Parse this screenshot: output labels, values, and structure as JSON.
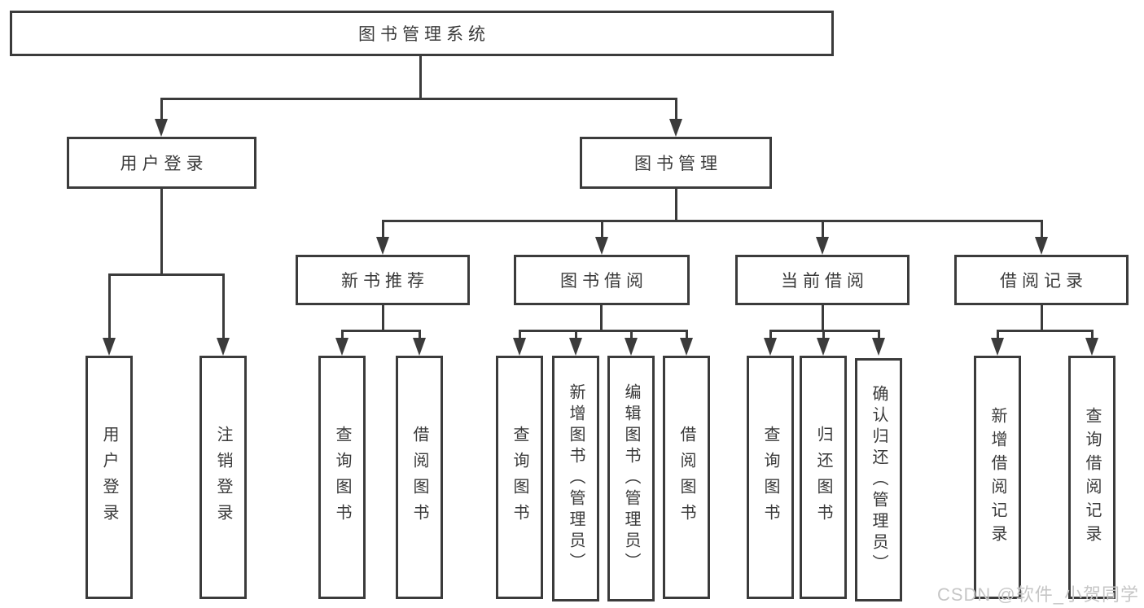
{
  "root_label": "图书管理系统",
  "branches": [
    {
      "label": "用户登录",
      "children": [
        {
          "label": "用户登录"
        },
        {
          "label": "注销登录"
        }
      ]
    },
    {
      "label": "图书管理",
      "sections": [
        {
          "label": "新书推荐",
          "children": [
            {
              "label": "查询图书"
            },
            {
              "label": "借阅图书"
            }
          ]
        },
        {
          "label": "图书借阅",
          "children": [
            {
              "label": "查询图书"
            },
            {
              "label": "新增图书（管理员）"
            },
            {
              "label": "编辑图书（管理员）"
            },
            {
              "label": "借阅图书"
            }
          ]
        },
        {
          "label": "当前借阅",
          "children": [
            {
              "label": "查询图书"
            },
            {
              "label": "归还图书"
            },
            {
              "label": "确认归还（管理员）"
            }
          ]
        },
        {
          "label": "借阅记录",
          "children": [
            {
              "label": "新增借阅记录"
            },
            {
              "label": "查询借阅记录"
            }
          ]
        }
      ]
    }
  ],
  "watermark": "CSDN @软件_小贺同学",
  "colors": {
    "line": "#3b3b3b",
    "box_background": "#ffffff",
    "text": "#3a3a3a",
    "watermark_text": "#c6c6c6"
  }
}
